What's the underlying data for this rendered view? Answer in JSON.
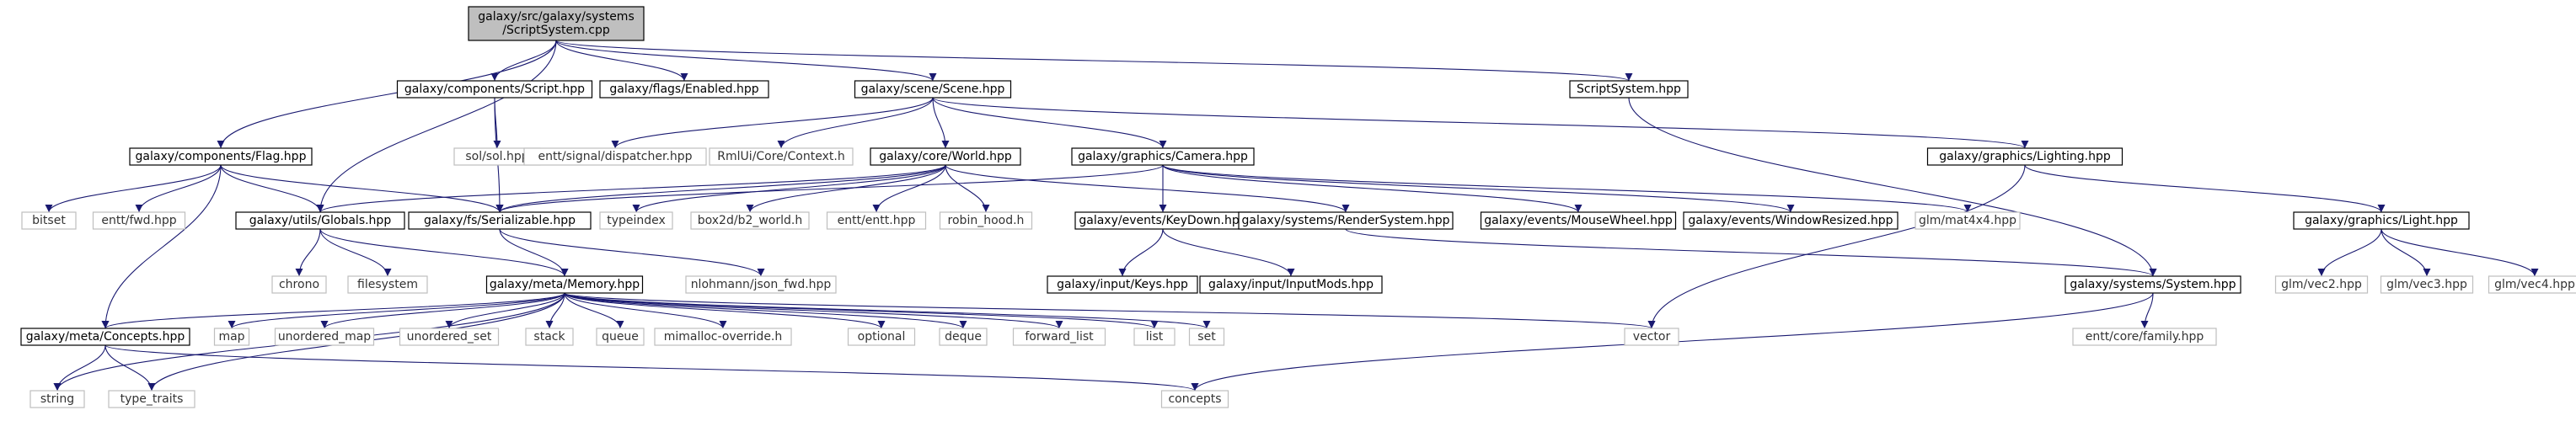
{
  "colors": {
    "edge": "#191970",
    "node_border": "#000000",
    "sys_border": "#bfbfbf",
    "root_fill": "#bfbfbf",
    "text": "#000000",
    "sys_text": "#333333"
  },
  "nodes": [
    {
      "id": "root",
      "lines": [
        "galaxy/src/galaxy/systems",
        "/ScriptSystem.cpp"
      ],
      "kind": "root"
    },
    {
      "id": "flag",
      "lines": [
        "galaxy/components/Flag.hpp"
      ],
      "kind": "project"
    },
    {
      "id": "script",
      "lines": [
        "galaxy/components/Script.hpp"
      ],
      "kind": "project"
    },
    {
      "id": "enabled",
      "lines": [
        "galaxy/flags/Enabled.hpp"
      ],
      "kind": "project"
    },
    {
      "id": "scene",
      "lines": [
        "galaxy/scene/Scene.hpp"
      ],
      "kind": "project"
    },
    {
      "id": "scriptsystem",
      "lines": [
        "ScriptSystem.hpp"
      ],
      "kind": "project"
    },
    {
      "id": "bitset",
      "lines": [
        "bitset"
      ],
      "kind": "system"
    },
    {
      "id": "enttfwd",
      "lines": [
        "entt/fwd.hpp"
      ],
      "kind": "system"
    },
    {
      "id": "globals",
      "lines": [
        "galaxy/utils/Globals.hpp"
      ],
      "kind": "project"
    },
    {
      "id": "serializable",
      "lines": [
        "galaxy/fs/Serializable.hpp"
      ],
      "kind": "project"
    },
    {
      "id": "solhpp",
      "lines": [
        "sol/sol.hpp"
      ],
      "kind": "system"
    },
    {
      "id": "dispatcher",
      "lines": [
        "entt/signal/dispatcher.hpp"
      ],
      "kind": "system"
    },
    {
      "id": "rmlui",
      "lines": [
        "RmlUi/Core/Context.h"
      ],
      "kind": "system"
    },
    {
      "id": "world",
      "lines": [
        "galaxy/core/World.hpp"
      ],
      "kind": "project"
    },
    {
      "id": "camera",
      "lines": [
        "galaxy/graphics/Camera.hpp"
      ],
      "kind": "project"
    },
    {
      "id": "lighting",
      "lines": [
        "galaxy/graphics/Lighting.hpp"
      ],
      "kind": "project"
    },
    {
      "id": "typeindex",
      "lines": [
        "typeindex"
      ],
      "kind": "system"
    },
    {
      "id": "box2d",
      "lines": [
        "box2d/b2_world.h"
      ],
      "kind": "system"
    },
    {
      "id": "enttentt",
      "lines": [
        "entt/entt.hpp"
      ],
      "kind": "system"
    },
    {
      "id": "robinhood",
      "lines": [
        "robin_hood.h"
      ],
      "kind": "system"
    },
    {
      "id": "keydown",
      "lines": [
        "galaxy/events/KeyDown.hpp"
      ],
      "kind": "project"
    },
    {
      "id": "rendersystem",
      "lines": [
        "galaxy/systems/RenderSystem.hpp"
      ],
      "kind": "project"
    },
    {
      "id": "mousewheel",
      "lines": [
        "galaxy/events/MouseWheel.hpp"
      ],
      "kind": "project"
    },
    {
      "id": "windowresized",
      "lines": [
        "galaxy/events/WindowResized.hpp"
      ],
      "kind": "project"
    },
    {
      "id": "mat4x4",
      "lines": [
        "glm/mat4x4.hpp"
      ],
      "kind": "system"
    },
    {
      "id": "light",
      "lines": [
        "galaxy/graphics/Light.hpp"
      ],
      "kind": "project"
    },
    {
      "id": "chrono",
      "lines": [
        "chrono"
      ],
      "kind": "system"
    },
    {
      "id": "filesystem",
      "lines": [
        "filesystem"
      ],
      "kind": "system"
    },
    {
      "id": "memory",
      "lines": [
        "galaxy/meta/Memory.hpp"
      ],
      "kind": "project"
    },
    {
      "id": "nlohmann",
      "lines": [
        "nlohmann/json_fwd.hpp"
      ],
      "kind": "system"
    },
    {
      "id": "keys",
      "lines": [
        "galaxy/input/Keys.hpp"
      ],
      "kind": "project"
    },
    {
      "id": "inputmods",
      "lines": [
        "galaxy/input/InputMods.hpp"
      ],
      "kind": "project"
    },
    {
      "id": "system",
      "lines": [
        "galaxy/systems/System.hpp"
      ],
      "kind": "project"
    },
    {
      "id": "vec2",
      "lines": [
        "glm/vec2.hpp"
      ],
      "kind": "system"
    },
    {
      "id": "vec3",
      "lines": [
        "glm/vec3.hpp"
      ],
      "kind": "system"
    },
    {
      "id": "vec4",
      "lines": [
        "glm/vec4.hpp"
      ],
      "kind": "system"
    },
    {
      "id": "concepts_hpp",
      "lines": [
        "galaxy/meta/Concepts.hpp"
      ],
      "kind": "project"
    },
    {
      "id": "map",
      "lines": [
        "map"
      ],
      "kind": "system"
    },
    {
      "id": "unordered_map",
      "lines": [
        "unordered_map"
      ],
      "kind": "system"
    },
    {
      "id": "unordered_set",
      "lines": [
        "unordered_set"
      ],
      "kind": "system"
    },
    {
      "id": "stack",
      "lines": [
        "stack"
      ],
      "kind": "system"
    },
    {
      "id": "queue",
      "lines": [
        "queue"
      ],
      "kind": "system"
    },
    {
      "id": "mimalloc",
      "lines": [
        "mimalloc-override.h"
      ],
      "kind": "system"
    },
    {
      "id": "optional",
      "lines": [
        "optional"
      ],
      "kind": "system"
    },
    {
      "id": "deque",
      "lines": [
        "deque"
      ],
      "kind": "system"
    },
    {
      "id": "forward_list",
      "lines": [
        "forward_list"
      ],
      "kind": "system"
    },
    {
      "id": "list",
      "lines": [
        "list"
      ],
      "kind": "system"
    },
    {
      "id": "set",
      "lines": [
        "set"
      ],
      "kind": "system"
    },
    {
      "id": "vector",
      "lines": [
        "vector"
      ],
      "kind": "system"
    },
    {
      "id": "familyhpp",
      "lines": [
        "entt/core/family.hpp"
      ],
      "kind": "system"
    },
    {
      "id": "string",
      "lines": [
        "string"
      ],
      "kind": "system"
    },
    {
      "id": "type_traits",
      "lines": [
        "type_traits"
      ],
      "kind": "system"
    },
    {
      "id": "concepts",
      "lines": [
        "concepts"
      ],
      "kind": "system"
    }
  ],
  "edges": [
    [
      "root",
      "flag"
    ],
    [
      "root",
      "globals"
    ],
    [
      "root",
      "script"
    ],
    [
      "root",
      "enabled"
    ],
    [
      "root",
      "scene"
    ],
    [
      "root",
      "scriptsystem"
    ],
    [
      "flag",
      "bitset"
    ],
    [
      "flag",
      "enttfwd"
    ],
    [
      "flag",
      "globals"
    ],
    [
      "flag",
      "serializable"
    ],
    [
      "flag",
      "concepts_hpp"
    ],
    [
      "script",
      "solhpp"
    ],
    [
      "script",
      "serializable"
    ],
    [
      "scene",
      "dispatcher"
    ],
    [
      "scene",
      "rmlui"
    ],
    [
      "scene",
      "world"
    ],
    [
      "scene",
      "camera"
    ],
    [
      "scene",
      "lighting"
    ],
    [
      "scriptsystem",
      "system"
    ],
    [
      "world",
      "globals"
    ],
    [
      "world",
      "serializable"
    ],
    [
      "world",
      "typeindex"
    ],
    [
      "world",
      "box2d"
    ],
    [
      "world",
      "enttentt"
    ],
    [
      "world",
      "robinhood"
    ],
    [
      "world",
      "rendersystem"
    ],
    [
      "camera",
      "serializable"
    ],
    [
      "camera",
      "keydown"
    ],
    [
      "camera",
      "mousewheel"
    ],
    [
      "camera",
      "windowresized"
    ],
    [
      "camera",
      "mat4x4"
    ],
    [
      "lighting",
      "light"
    ],
    [
      "lighting",
      "vector"
    ],
    [
      "globals",
      "chrono"
    ],
    [
      "globals",
      "filesystem"
    ],
    [
      "globals",
      "memory"
    ],
    [
      "serializable",
      "memory"
    ],
    [
      "serializable",
      "nlohmann"
    ],
    [
      "keydown",
      "keys"
    ],
    [
      "keydown",
      "inputmods"
    ],
    [
      "rendersystem",
      "system"
    ],
    [
      "light",
      "vec2"
    ],
    [
      "light",
      "vec3"
    ],
    [
      "light",
      "vec4"
    ],
    [
      "memory",
      "concepts_hpp"
    ],
    [
      "memory",
      "map"
    ],
    [
      "memory",
      "unordered_map"
    ],
    [
      "memory",
      "unordered_set"
    ],
    [
      "memory",
      "stack"
    ],
    [
      "memory",
      "queue"
    ],
    [
      "memory",
      "mimalloc"
    ],
    [
      "memory",
      "optional"
    ],
    [
      "memory",
      "deque"
    ],
    [
      "memory",
      "forward_list"
    ],
    [
      "memory",
      "list"
    ],
    [
      "memory",
      "set"
    ],
    [
      "memory",
      "vector"
    ],
    [
      "memory",
      "string"
    ],
    [
      "memory",
      "type_traits"
    ],
    [
      "system",
      "familyhpp"
    ],
    [
      "system",
      "concepts"
    ],
    [
      "concepts_hpp",
      "string"
    ],
    [
      "concepts_hpp",
      "type_traits"
    ],
    [
      "concepts_hpp",
      "concepts"
    ]
  ]
}
